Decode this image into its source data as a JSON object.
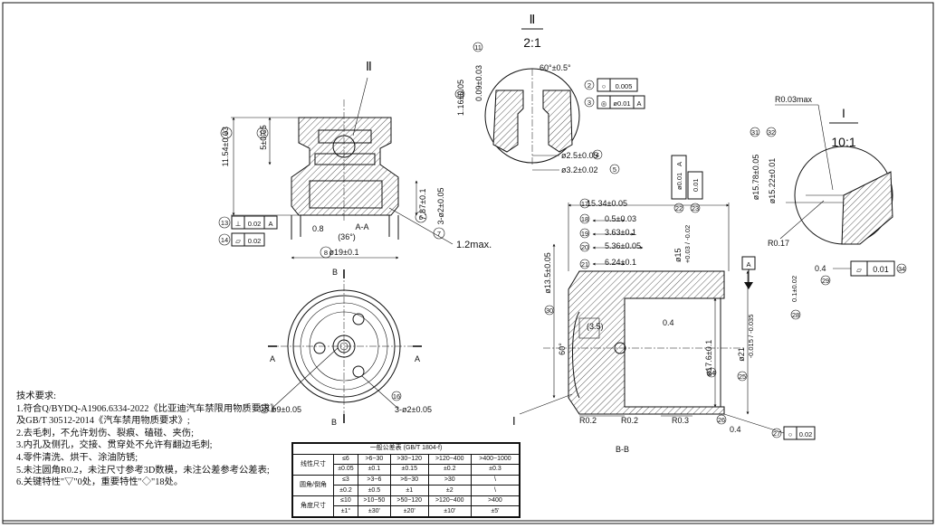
{
  "views": {
    "detail_II": {
      "label": "Ⅱ",
      "scale": "2:1"
    },
    "detail_I": {
      "label": "I",
      "scale": "10:1"
    },
    "section_AA": {
      "label": "A-A",
      "angle": "(36°)"
    },
    "section_BB": {
      "label": "B-B"
    }
  },
  "dims": {
    "d_11_54": "11.54±0.03",
    "d_5": "5±0.05",
    "d_7_87": "7.87±0.1",
    "d_3_2_a": "3-ø2±0.05",
    "d_19": "ø19±0.1",
    "d_0_8": "0.8",
    "d_1_2max": "1.2max.",
    "d_16": "1.16±0.05",
    "d_009": "0.09±0.03",
    "d_60": "60°±0.5°",
    "d_2_5": "ø2.5±0.05",
    "d_3_2": "ø3.2±0.02",
    "d_15_34": "15.34±0.05",
    "d_0_5": "0.5±0.03",
    "d_3_63": "3.63±0.1",
    "d_5_36": "5.36±0.05",
    "d_6_24": "6.24±0.1",
    "d_13_5": "ø13.5±0.05",
    "d_15_top": "ø15",
    "d_15_tol": "+0.03 / -0.02",
    "d_3_5": "(3.5)",
    "d_60deg": "60°",
    "d_17_6": "ø17.6±0.1",
    "d_21": "ø21",
    "d_21_tol": "-0.015 / -0.035",
    "d_0_4a": "0.4",
    "d_0_4b": "0.4",
    "d_0_4c": "0.4",
    "d_r02a": "R0.2",
    "d_r02b": "R0.2",
    "d_r03": "R0.3",
    "d_r003": "R0.03max",
    "d_r017": "R0.17",
    "d_15_78": "ø15.78±0.05",
    "d_15_22": "ø15.22±0.01",
    "d_01_tag": "0.1±0.02",
    "d_9": "ø9±0.05",
    "d_3_2_b": "3-ø2±0.05",
    "label_A": "A",
    "label_B": "B"
  },
  "fcf": {
    "perp": {
      "tol": "0.02",
      "datum": "A"
    },
    "flat": {
      "tol": "0.02"
    },
    "circ_small": {
      "tol": "0.005"
    },
    "pos": {
      "tol": "ø0.01",
      "datum": "A"
    },
    "vert1": {
      "tol": "ø0.01",
      "datum": "A"
    },
    "vert2": {
      "tol": "0.01"
    },
    "flat_I": {
      "tol": "0.01"
    },
    "circ_bottom": {
      "tol": "0.02"
    }
  },
  "balloons": [
    "1",
    "2",
    "3",
    "4",
    "5",
    "6",
    "7",
    "8",
    "9",
    "10",
    "11",
    "12",
    "13",
    "14",
    "15",
    "16",
    "17",
    "18",
    "19",
    "20",
    "21",
    "22",
    "23",
    "24",
    "25",
    "26",
    "27",
    "28",
    "29",
    "30",
    "31",
    "32",
    "33",
    "34"
  ],
  "notes": {
    "title": "技术要求:",
    "lines": [
      "1.符合Q/BYDQ-A1906.6334-2022《比亚迪汽车禁限用物质要求》",
      "及GB/T 30512-2014《汽车禁用物质要求》;",
      "2.去毛刺，不允许划伤、裂痕、磕碰、夹伤;",
      "3.内孔及侧孔，交接、贯穿处不允许有翻边毛刺;",
      "4.零件清洗、烘干、涂油防锈;",
      "5.未注圆角R0.2，未注尺寸参考3D数模，未注公差参考公差表;",
      "6.关键特性\"▽\"0处，重要特性\"◇\"18处。"
    ]
  },
  "tolerance_table": {
    "title": "一般公差表 (GB/T 1804-f)",
    "rows": [
      {
        "name": "线性尺寸",
        "ranges": [
          "≤6",
          ">6~30",
          ">30~120",
          ">120~400",
          ">400~1000"
        ],
        "values": [
          "±0.05",
          "±0.1",
          "±0.15",
          "±0.2",
          "±0.3"
        ]
      },
      {
        "name": "圆角/倒角",
        "ranges": [
          "≤3",
          ">3~6",
          ">6~30",
          ">30",
          "\\"
        ],
        "values": [
          "±0.2",
          "±0.5",
          "±1",
          "±2",
          "\\"
        ]
      },
      {
        "name": "角度尺寸",
        "ranges": [
          "≤10",
          ">10~50",
          ">50~120",
          ">120~400",
          ">400"
        ],
        "values": [
          "±1°",
          "±30'",
          "±20'",
          "±10'",
          "±5'"
        ]
      }
    ]
  }
}
